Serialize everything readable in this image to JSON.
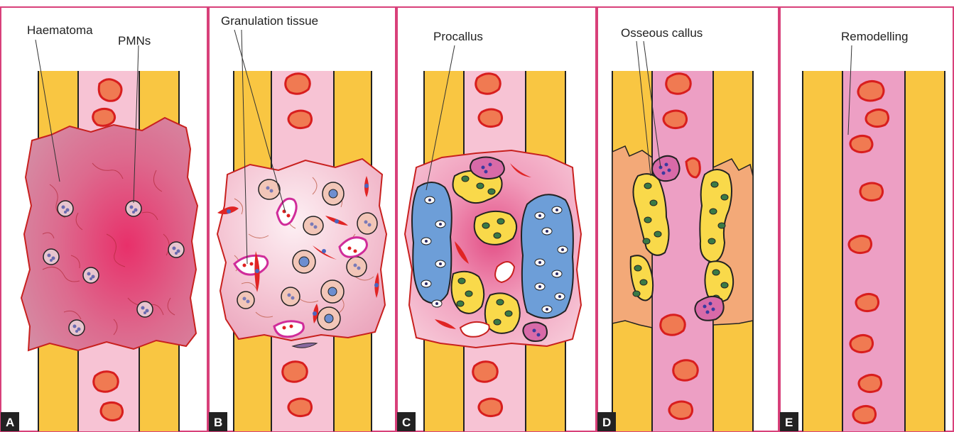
{
  "figure": {
    "border_color": "#d8407a",
    "bone_color": "#f9c642",
    "marrow_color": "#f7c3d4",
    "panels": [
      {
        "letter": "A",
        "labels": [
          "Haematoma",
          "PMNs"
        ]
      },
      {
        "letter": "B",
        "labels": [
          "Granulation tissue"
        ]
      },
      {
        "letter": "C",
        "labels": [
          "Procallus"
        ]
      },
      {
        "letter": "D",
        "labels": [
          "Osseous callus"
        ]
      },
      {
        "letter": "E",
        "labels": [
          "Remodelling"
        ]
      }
    ]
  }
}
